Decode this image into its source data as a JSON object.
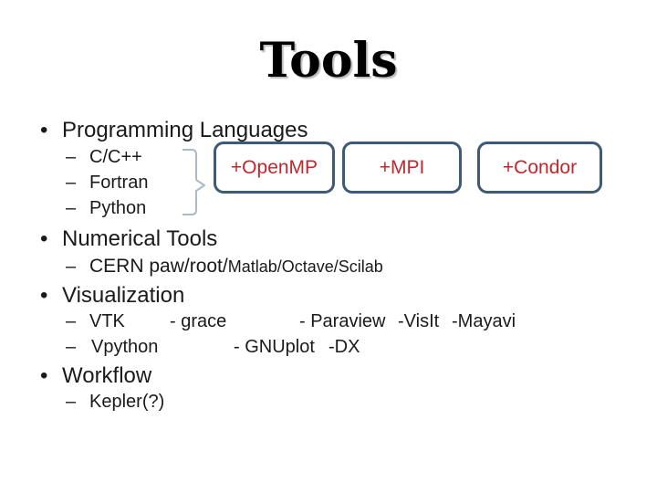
{
  "title": "Tools",
  "bullet_char": "•",
  "dash_char": "–",
  "colors": {
    "background": "#ffffff",
    "text": "#1a1a1a",
    "title_text": "#000000",
    "title_shadow": "#bdbdbd",
    "box_border": "#3d5a77",
    "box_text": "#c0272d",
    "brace": "#a9bac9"
  },
  "sections": {
    "programming": {
      "label": "Programming Languages",
      "items": [
        "C/C++",
        "Fortran",
        "Python"
      ]
    },
    "numerical": {
      "label": "Numerical Tools",
      "item_part1": "CERN paw/root/",
      "item_part2": "Matlab/Octave/Scilab"
    },
    "visualization": {
      "label": "Visualization",
      "row1": [
        "VTK",
        "- grace",
        "- Paraview",
        "-VisIt",
        "-Mayavi"
      ],
      "row2": [
        "Vpython",
        "- GNUplot",
        "-DX"
      ]
    },
    "workflow": {
      "label": "Workflow",
      "item": "Kepler(?)"
    }
  },
  "boxes": [
    {
      "label": "+OpenMP"
    },
    {
      "label": "+MPI"
    },
    {
      "label": "+Condor"
    }
  ]
}
